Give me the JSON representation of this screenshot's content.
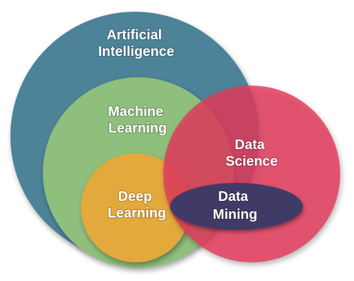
{
  "colors": {
    "artificial_intelligence": "#4d8398",
    "machine_learning": "#8fbf7b",
    "deep_learning": "#e3a93c",
    "data_science": "#e03c5a",
    "data_mining": "#3f3a66",
    "label_text": "#ffffff"
  },
  "labels": {
    "ai_line1": "Artificial",
    "ai_line2": "Intelligence",
    "ml_line1": "Machine",
    "ml_line2": "Learning",
    "ds_line1": "Data",
    "ds_line2": "Science",
    "dl_line1": "Deep",
    "dl_line2": "Learning",
    "dm_line1": "Data",
    "dm_line2": "Mining"
  }
}
